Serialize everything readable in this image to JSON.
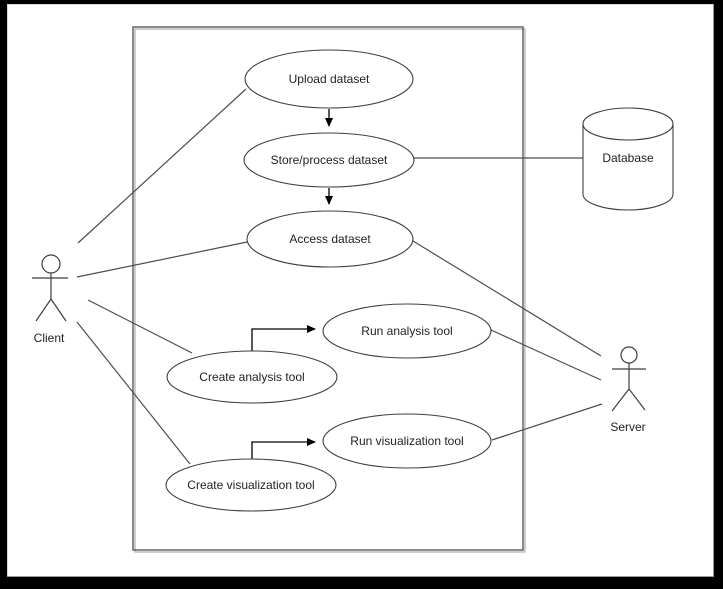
{
  "diagram": {
    "type": "uml-use-case",
    "actors": {
      "client": {
        "label": "Client"
      },
      "server": {
        "label": "Server"
      }
    },
    "use_cases": {
      "upload": {
        "label": "Upload dataset"
      },
      "store": {
        "label": "Store/process dataset"
      },
      "access": {
        "label": "Access dataset"
      },
      "run_analysis": {
        "label": "Run analysis tool"
      },
      "create_analysis": {
        "label": "Create analysis tool"
      },
      "run_visualization": {
        "label": "Run visualization tool"
      },
      "create_visualization": {
        "label": "Create visualization tool"
      }
    },
    "datastore": {
      "label": "Database"
    },
    "edges": [
      {
        "from": "Client",
        "to": "Upload dataset",
        "style": "association"
      },
      {
        "from": "Client",
        "to": "Access dataset",
        "style": "association"
      },
      {
        "from": "Client",
        "to": "Create analysis tool",
        "style": "association"
      },
      {
        "from": "Client",
        "to": "Create visualization tool",
        "style": "association"
      },
      {
        "from": "Upload dataset",
        "to": "Store/process dataset",
        "style": "directed-arrow"
      },
      {
        "from": "Store/process dataset",
        "to": "Access dataset",
        "style": "directed-arrow"
      },
      {
        "from": "Store/process dataset",
        "to": "Database",
        "style": "association"
      },
      {
        "from": "Create analysis tool",
        "to": "Run analysis tool",
        "style": "directed-arrow"
      },
      {
        "from": "Create visualization tool",
        "to": "Run visualization tool",
        "style": "directed-arrow"
      },
      {
        "from": "Access dataset",
        "to": "Server",
        "style": "association"
      },
      {
        "from": "Run analysis tool",
        "to": "Server",
        "style": "association"
      },
      {
        "from": "Run visualization tool",
        "to": "Server",
        "style": "association"
      }
    ],
    "colors": {
      "frame": "#000000",
      "canvas": "#ffffff",
      "shape_stroke": "#3f3f3f",
      "connector": "#4d4d4d",
      "arrow": "#000000",
      "text": "#1f1f1f"
    }
  }
}
